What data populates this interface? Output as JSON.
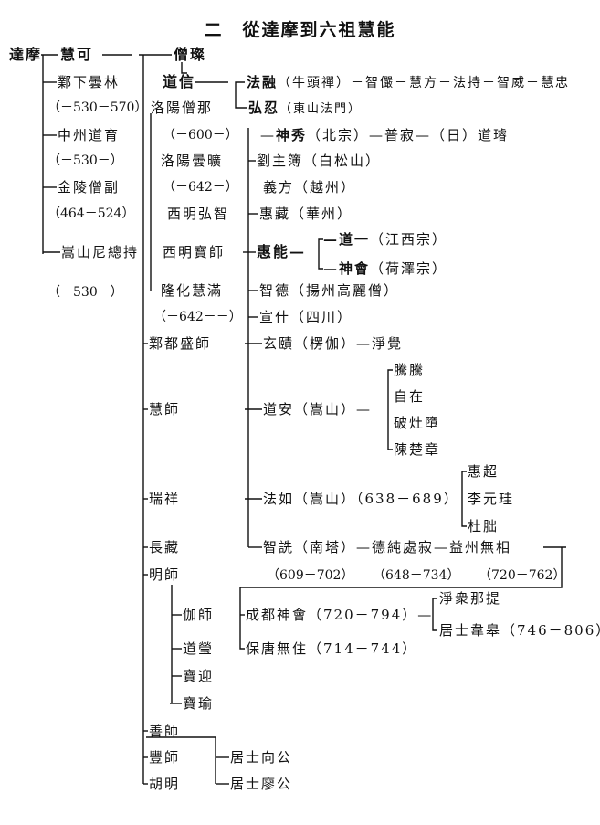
{
  "title": "二　從達摩到六祖慧能",
  "nodes": {
    "damo": "達摩",
    "huike": "慧可",
    "sengcan": "僧璨",
    "tanlin": "鄴下曇林",
    "tanlin_d": "（－530－570）",
    "daoyu": "中州道育",
    "daoyu_d": "（－530－）",
    "sengfu": "金陵僧副",
    "sengfu_d": "（464－524）",
    "zongchi": "嵩山尼總持",
    "zongchi_d": "（－530－）",
    "daoxin": "道信",
    "sengna": "洛陽僧那",
    "sengna_d": "（－600－）",
    "tankuang": "洛陽曇曠",
    "tankuang_d": "（－642－）",
    "hongzhi": "西明弘智",
    "baoshi": "西明寶師",
    "huiman": "隆化慧滿",
    "huiman_d": "（－642－－）",
    "farong": "法融",
    "farong_rest": "（牛頭禪）－智儼－慧方－法持－智威－慧忠",
    "hongren": "弘忍",
    "hongren_rest": "（東山法門）",
    "shenxiu": "神秀",
    "shenxiu_rest": "（北宗）—普寂—（日）道璿",
    "liuzhubu": "劉主簿（白松山）",
    "yifang": "義方（越州）",
    "huizang": "惠藏（華州）",
    "huineng": "惠能—",
    "daoyi": "—道一",
    "daoyi_rest": "（江西宗）",
    "shenhui": "—神會",
    "shenhui_rest": "（荷澤宗）",
    "zhide": "智德（揚州高麗僧）",
    "xuanshi": "宣什（四川）",
    "yedu": "鄴都盛師",
    "xuanze": "玄賾（楞伽）—淨覺",
    "huishi": "慧師",
    "daoan": "道安（嵩山）—",
    "tengteng": "騰騰",
    "zizai": "自在",
    "pozaoduo": "破灶墮",
    "chenchuzhang": "陳楚章",
    "ruixiang": "瑞祥",
    "faru": "法如（嵩山）（638－689）",
    "huichao": "惠超",
    "liyuangui": "李元珪",
    "dufei": "杜朏",
    "changzang": "長藏",
    "zhishen": "智詵（南塔）—德純處寂—益州無相",
    "zhishen_d": "（609－702）",
    "chuji_d": "（648－734）",
    "wuxiang_d": "（720－762）",
    "mingshi": "明師",
    "jiashi": "伽師",
    "daoying": "道瑩",
    "baoying": "寶迎",
    "baoyu": "寶瑜",
    "chengdu": "成都神會（720－794）—",
    "baotang": "保唐無住（714－744）",
    "jingzhong": "淨衆那提",
    "weigao": "居士韋皋（746－806）",
    "shanshi": "善師",
    "fengshi": "豐師",
    "huming": "胡明",
    "xianggong": "居士向公",
    "liaogong": "居士廖公"
  }
}
